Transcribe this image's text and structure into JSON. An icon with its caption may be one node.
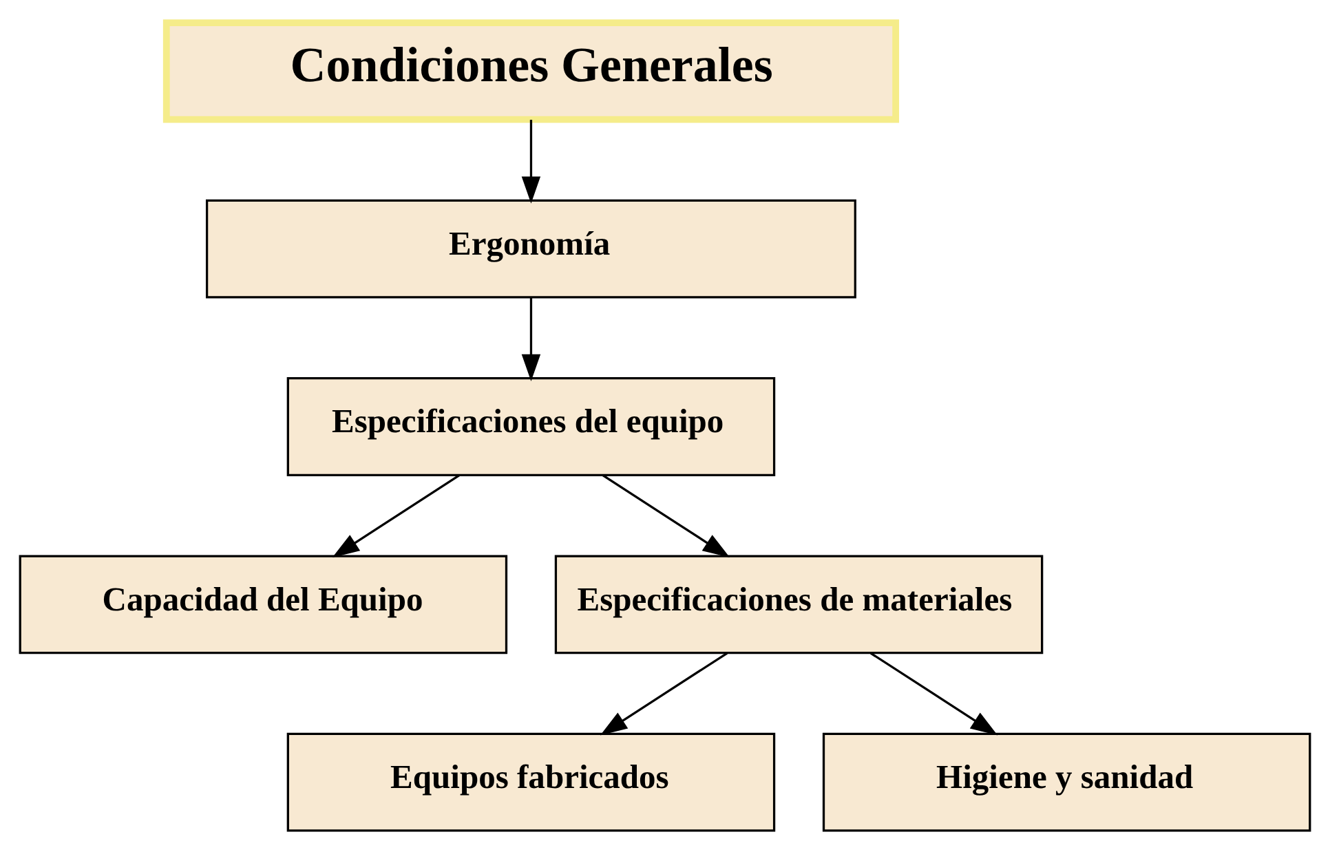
{
  "diagram": {
    "nodes": [
      {
        "text": [
          "Condiciones Generales"
        ]
      },
      {
        "text": [
          "Ergonomía"
        ]
      },
      {
        "text": [
          "Especificaciones del equipo"
        ]
      },
      {
        "text": [
          "Capacidad del Equipo"
        ]
      },
      {
        "text": [
          "Especificaciones de materiales"
        ]
      },
      {
        "text": [
          "Equipos fabricados"
        ]
      },
      {
        "text": [
          "Higiene y sanidad"
        ]
      }
    ],
    "edges": [
      {
        "from": 0,
        "to": 1,
        "arrow": "to"
      },
      {
        "from": 1,
        "to": 2,
        "arrow": "to"
      },
      {
        "from": 2,
        "to": 3,
        "arrow": "to"
      },
      {
        "from": 2,
        "to": 4,
        "arrow": "to"
      },
      {
        "from": 4,
        "to": 5,
        "arrow": "to"
      },
      {
        "from": 4,
        "to": 6,
        "arrow": "to"
      }
    ]
  }
}
